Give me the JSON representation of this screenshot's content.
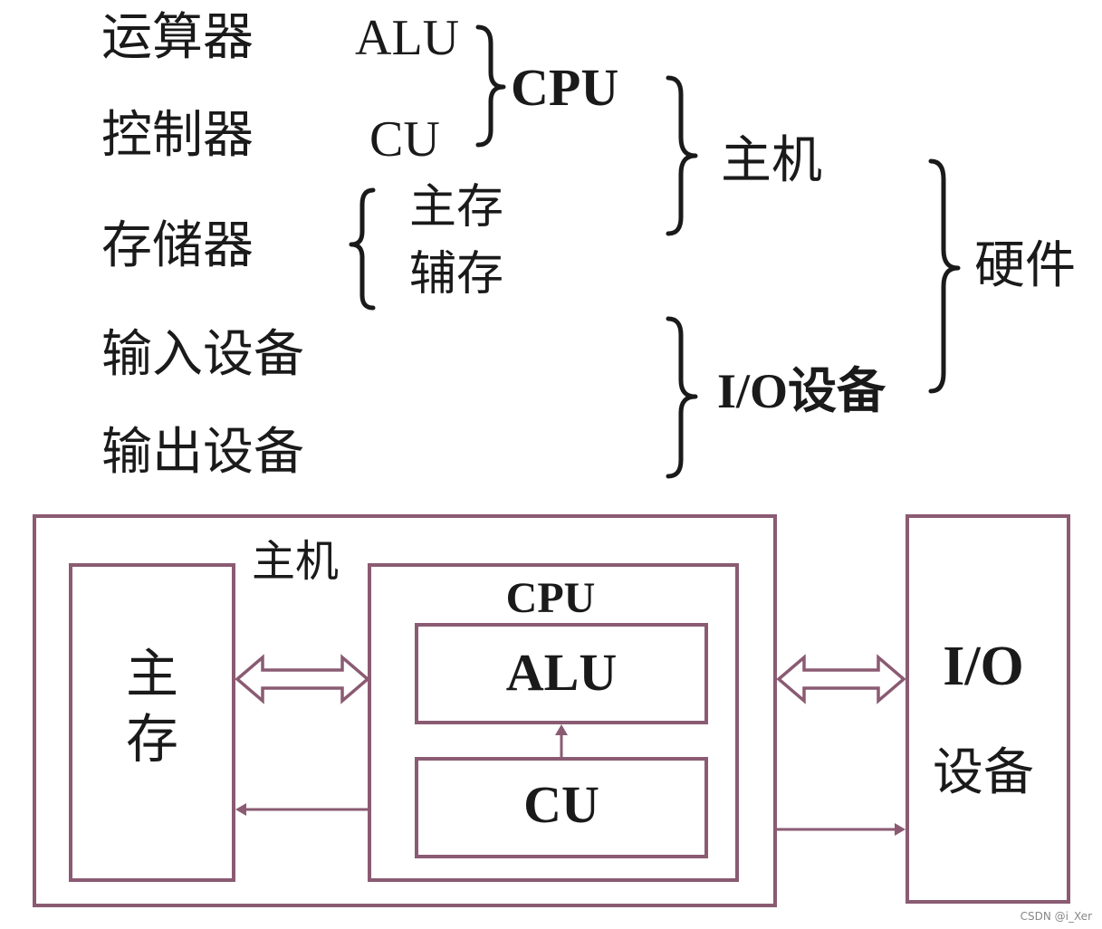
{
  "classification": {
    "alu_cn": "运算器",
    "alu_en": "ALU",
    "cu_cn": "控制器",
    "cu_en": "CU",
    "cpu": "CPU",
    "memory_cn": "存储器",
    "main_memory": "主存",
    "aux_memory": "辅存",
    "host": "主机",
    "input_device": "输入设备",
    "output_device": "输出设备",
    "io_device": "I/O设备",
    "hardware": "硬件"
  },
  "block_diagram": {
    "host_label": "主机",
    "main_memory_line1": "主",
    "main_memory_line2": "存",
    "cpu_label": "CPU",
    "alu_label": "ALU",
    "cu_label": "CU",
    "io_line1": "I/O",
    "io_line2": "设备"
  },
  "colors": {
    "box_stroke": "#8a5b72",
    "text": "#1a1a1a"
  },
  "watermark": "CSDN @i_Xer"
}
